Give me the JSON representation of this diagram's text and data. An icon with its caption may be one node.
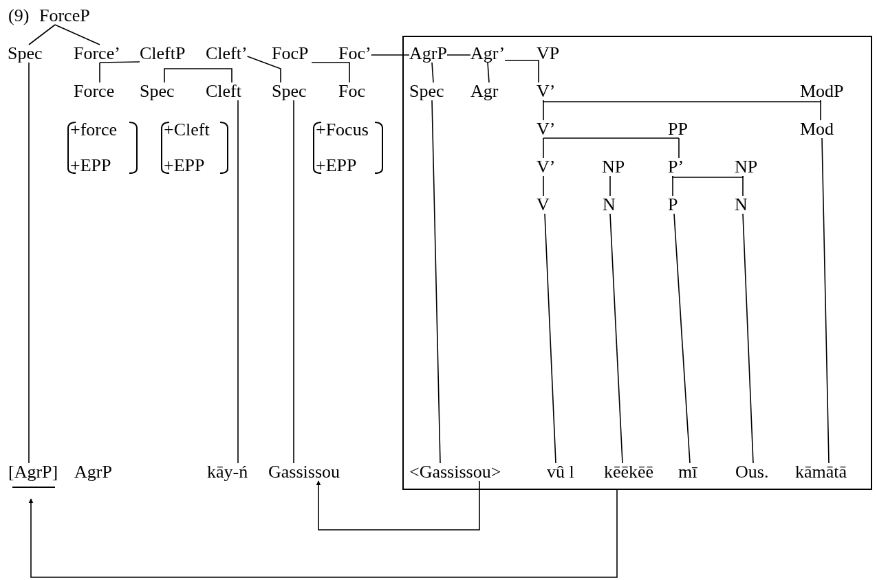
{
  "diagram": {
    "nodes": [
      {
        "text": [
          "ForceP"
        ]
      },
      {
        "text": [
          "Spec"
        ]
      },
      {
        "text": [
          "Force’"
        ]
      },
      {
        "text": [
          "CleftP"
        ]
      },
      {
        "text": [
          "Cleft’"
        ]
      },
      {
        "text": [
          "FocP"
        ]
      },
      {
        "text": [
          "Foc’"
        ]
      },
      {
        "text": [],
        "shape": "box"
      },
      {
        "text": [
          "AgrP"
        ],
        "in": 7
      },
      {
        "text": [
          "Agr’"
        ],
        "in": 7
      },
      {
        "text": [
          "VP"
        ],
        "in": 7
      },
      {
        "text": [
          "Force"
        ]
      },
      {
        "text": [
          "Spec"
        ]
      },
      {
        "text": [
          "Cleft"
        ]
      },
      {
        "text": [
          "Spec"
        ]
      },
      {
        "text": [
          "Foc"
        ]
      },
      {
        "text": [
          "Spec"
        ],
        "in": 7
      },
      {
        "text": [
          "Agr"
        ],
        "in": 7
      },
      {
        "text": [
          "V’"
        ],
        "in": 7
      },
      {
        "text": [
          "ModP"
        ],
        "in": 7
      },
      {
        "text": [
          "+force",
          "+EPP"
        ]
      },
      {
        "text": [
          "+Cleft",
          "+EPP"
        ]
      },
      {
        "text": [
          "+Focus",
          "+EPP"
        ]
      },
      {
        "text": [
          "V’"
        ],
        "in": 7
      },
      {
        "text": [
          "PP"
        ],
        "in": 7
      },
      {
        "text": [
          "Mod"
        ],
        "in": 7
      },
      {
        "text": [
          "V’"
        ],
        "in": 7
      },
      {
        "text": [
          "NP"
        ],
        "in": 7
      },
      {
        "text": [
          "P’"
        ],
        "in": 7
      },
      {
        "text": [
          "NP"
        ],
        "in": 7
      },
      {
        "text": [
          "V"
        ],
        "in": 7
      },
      {
        "text": [
          "N"
        ],
        "in": 7
      },
      {
        "text": [
          "P"
        ],
        "in": 7
      },
      {
        "text": [
          "N"
        ],
        "in": 7
      },
      {
        "text": [
          "[AgrP]"
        ]
      },
      {
        "text": [
          "AgrP"
        ]
      },
      {
        "text": [
          "kāy-ń"
        ]
      },
      {
        "text": [
          "Gassissou"
        ]
      },
      {
        "text": [
          "<Gassissou>"
        ],
        "in": 7
      },
      {
        "text": [
          "vû l"
        ],
        "in": 7
      },
      {
        "text": [
          "kēēkēē"
        ],
        "in": 7
      },
      {
        "text": [
          "mī"
        ],
        "in": 7
      },
      {
        "text": [
          "Ous."
        ],
        "in": 7
      },
      {
        "text": [
          "kāmātā"
        ],
        "in": 7
      }
    ],
    "edges": [
      {
        "from": 0,
        "to": 1,
        "arrow": "none"
      },
      {
        "from": 0,
        "to": 2,
        "arrow": "none"
      },
      {
        "from": 2,
        "to": 11,
        "arrow": "none"
      },
      {
        "from": 2,
        "to": 3,
        "arrow": "none"
      },
      {
        "from": 12,
        "to": 13,
        "arrow": "none"
      },
      {
        "from": 4,
        "to": 14,
        "arrow": "none"
      },
      {
        "from": 5,
        "to": 15,
        "arrow": "none"
      },
      {
        "from": 6,
        "to": 8,
        "arrow": "none"
      },
      {
        "from": 8,
        "to": 9,
        "arrow": "none"
      },
      {
        "from": 8,
        "to": 16,
        "arrow": "none"
      },
      {
        "from": 9,
        "to": 17,
        "arrow": "none"
      },
      {
        "from": 9,
        "to": 18,
        "arrow": "none"
      },
      {
        "from": 18,
        "to": 23,
        "arrow": "none"
      },
      {
        "from": 18,
        "to": 19,
        "arrow": "none"
      },
      {
        "from": 19,
        "to": 25,
        "arrow": "none"
      },
      {
        "from": 23,
        "to": 26,
        "arrow": "none"
      },
      {
        "from": 23,
        "to": 24,
        "arrow": "none"
      },
      {
        "from": 24,
        "to": 28,
        "arrow": "none"
      },
      {
        "from": 26,
        "to": 30,
        "arrow": "none"
      },
      {
        "from": 27,
        "to": 31,
        "arrow": "none"
      },
      {
        "from": 28,
        "to": 32,
        "arrow": "none"
      },
      {
        "from": 28,
        "to": 29,
        "arrow": "none"
      },
      {
        "from": 29,
        "to": 33,
        "arrow": "none"
      },
      {
        "from": 1,
        "to": 34,
        "arrow": "none"
      },
      {
        "from": 13,
        "to": 36,
        "arrow": "none"
      },
      {
        "from": 14,
        "to": 37,
        "arrow": "none"
      },
      {
        "from": 16,
        "to": 38,
        "arrow": "none"
      },
      {
        "from": 30,
        "to": 39,
        "arrow": "none"
      },
      {
        "from": 31,
        "to": 40,
        "arrow": "none"
      },
      {
        "from": 32,
        "to": 41,
        "arrow": "none"
      },
      {
        "from": 33,
        "to": 42,
        "arrow": "none"
      },
      {
        "from": 25,
        "to": 43,
        "arrow": "none"
      },
      {
        "from": 38,
        "to": 37,
        "arrow": "to"
      },
      {
        "from": 7,
        "to": 34,
        "arrow": "to"
      }
    ],
    "labels": [
      "(9)"
    ]
  }
}
